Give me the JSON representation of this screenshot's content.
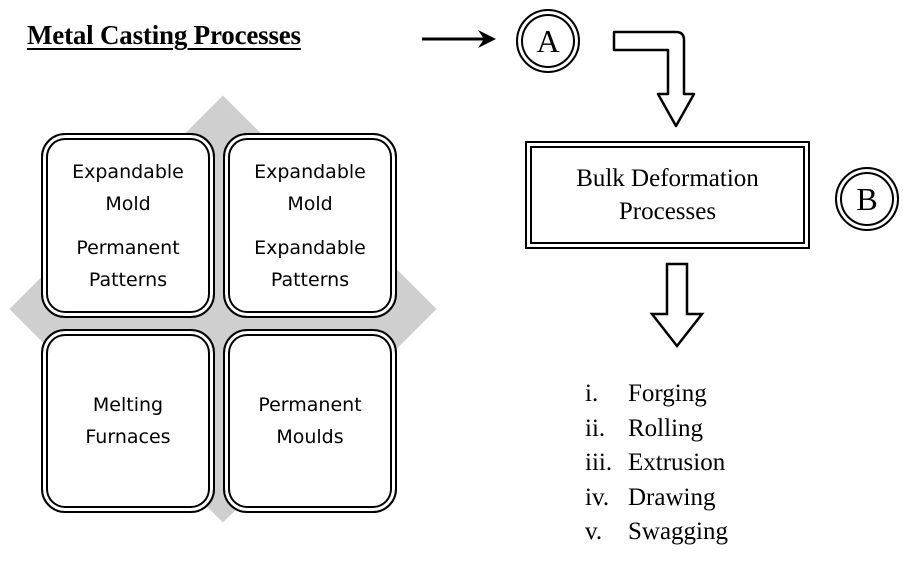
{
  "title": "Metal Casting Processes",
  "quadrants": [
    {
      "line1": "Expandable",
      "line2": "Mold",
      "line3": "Permanent",
      "line4": "Patterns"
    },
    {
      "line1": "Expandable",
      "line2": "Mold",
      "line3": "Expandable",
      "line4": "Patterns"
    },
    {
      "line1": "Melting",
      "line2": "Furnaces"
    },
    {
      "line1": "Permanent",
      "line2": "Moulds"
    }
  ],
  "circle_a": "A",
  "circle_b": "B",
  "bulk_box": {
    "line1": "Bulk Deformation",
    "line2": "Processes"
  },
  "processes": [
    {
      "num": "i.",
      "label": "Forging"
    },
    {
      "num": "ii.",
      "label": "Rolling"
    },
    {
      "num": "iii.",
      "label": "Extrusion"
    },
    {
      "num": "iv.",
      "label": "Drawing"
    },
    {
      "num": "v.",
      "label": "Swagging"
    }
  ],
  "colors": {
    "diamond": "#cfcfcf",
    "stroke": "#000000",
    "background": "#ffffff"
  }
}
